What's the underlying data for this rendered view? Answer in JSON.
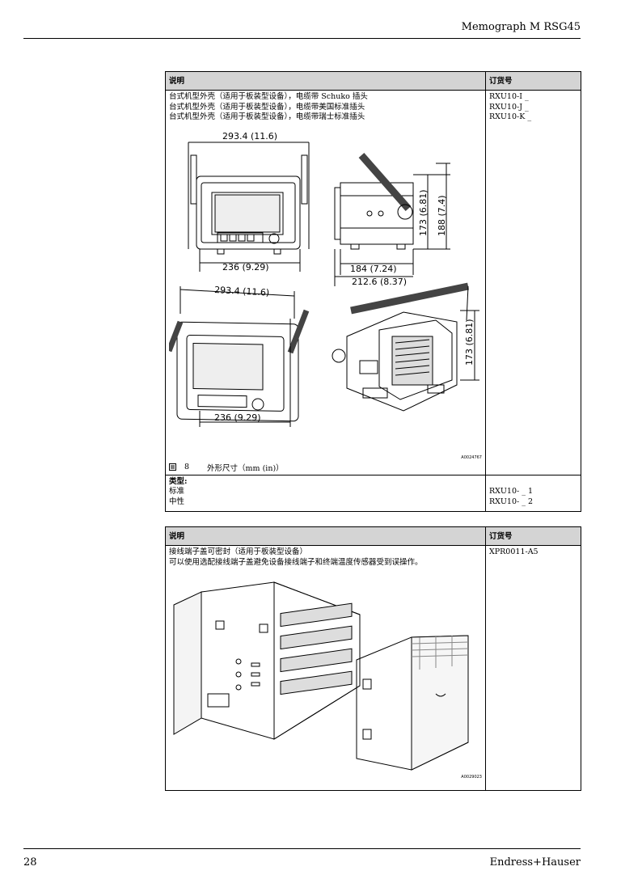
{
  "header": {
    "title": "Memograph M RSG45"
  },
  "footer": {
    "page_number": "28",
    "brand": "Endress+Hauser"
  },
  "table1": {
    "col_desc": "说明",
    "col_order": "订货号",
    "row1": {
      "lines": [
        "台式机型外壳（适用于板装型设备），电缆带 Schuko 插头",
        "台式机型外壳（适用于板装型设备），电缆带美国标准插头",
        "台式机型外壳（适用于板装型设备），电缆带瑞士标准插头"
      ],
      "codes": [
        "RXU10-I _",
        "RXU10-J _",
        "RXU10-K _"
      ],
      "figure": {
        "dims": [
          "293.4 (11.6)",
          "236 (9.29)",
          "184 (7.24)",
          "212.6 (8.37)",
          "173 (6.81)",
          "188 (7.4)",
          "293.4 (11.6)",
          "236 (9.29)",
          "173 (6.81)"
        ],
        "id": "A0024767",
        "number": "8",
        "caption": "外形尺寸（mm (in)）"
      }
    },
    "row2": {
      "heading": "类型:",
      "lines": [
        "标准",
        "中性"
      ],
      "codes": [
        "RXU10- _ 1",
        "RXU10- _ 2"
      ]
    }
  },
  "table2": {
    "col_desc": "说明",
    "col_order": "订货号",
    "row1": {
      "lines": [
        "接线端子盖可密封（适用于板装型设备）",
        "可以使用选配接线端子盖避免设备接线端子和终端温度传感器受到误操作。"
      ],
      "code": "XPR0011-A5",
      "figure": {
        "id": "A0029023"
      }
    }
  }
}
